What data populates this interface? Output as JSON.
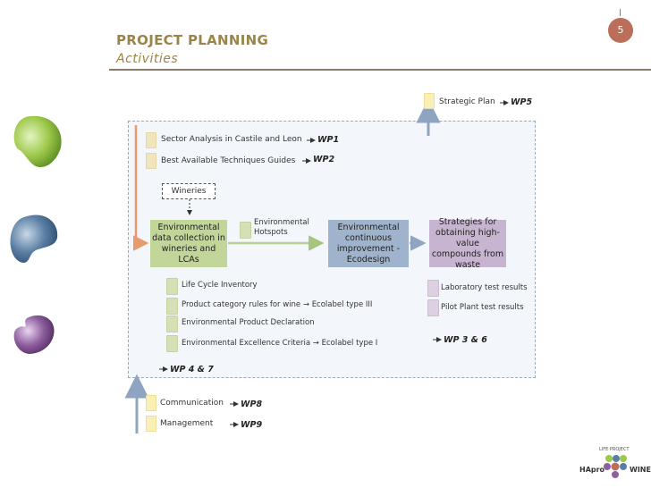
{
  "header": {
    "title": "PROJECT PLANNING",
    "subtitle": "Activities",
    "page_number": "5"
  },
  "strategic": {
    "label": "Strategic Plan",
    "wp": "WP5"
  },
  "top_docs": [
    {
      "label": "Sector Analysis in Castile and Leon",
      "wp": "WP1"
    },
    {
      "label": "Best Available Techniques Guides",
      "wp": "WP2"
    }
  ],
  "wineries": "Wineries",
  "boxes": {
    "data_collection": "Environmental data collection in wineries and LCAs",
    "hotspots": "Environmental Hotspots",
    "ecodesign": "Environmental continuous improvement - Ecodesign",
    "strategies": "Strategies for obtaining high-value compounds from waste"
  },
  "green_docs": [
    "Life Cycle Inventory",
    "Product category rules for wine → Ecolabel type III",
    "Environmental Product Declaration",
    "Environmental Excellence Criteria → Ecolabel type I"
  ],
  "purple_docs": [
    "Laboratory test results",
    "Pilot Plant test results"
  ],
  "wp_36": "WP 3 & 6",
  "wp_47": "WP 4 & 7",
  "bottom_docs": [
    {
      "label": "Communication",
      "wp": "WP8"
    },
    {
      "label": "Management",
      "wp": "WP9"
    }
  ],
  "logo": {
    "top": "LIFE PROJECT",
    "left": "HApro",
    "right": "WINE"
  },
  "colors": {
    "title": "#9b8448",
    "green": "#c2d69a",
    "blue": "#9fb4cc",
    "purple": "#c7b4d0",
    "arrow": "#e89a6e"
  }
}
